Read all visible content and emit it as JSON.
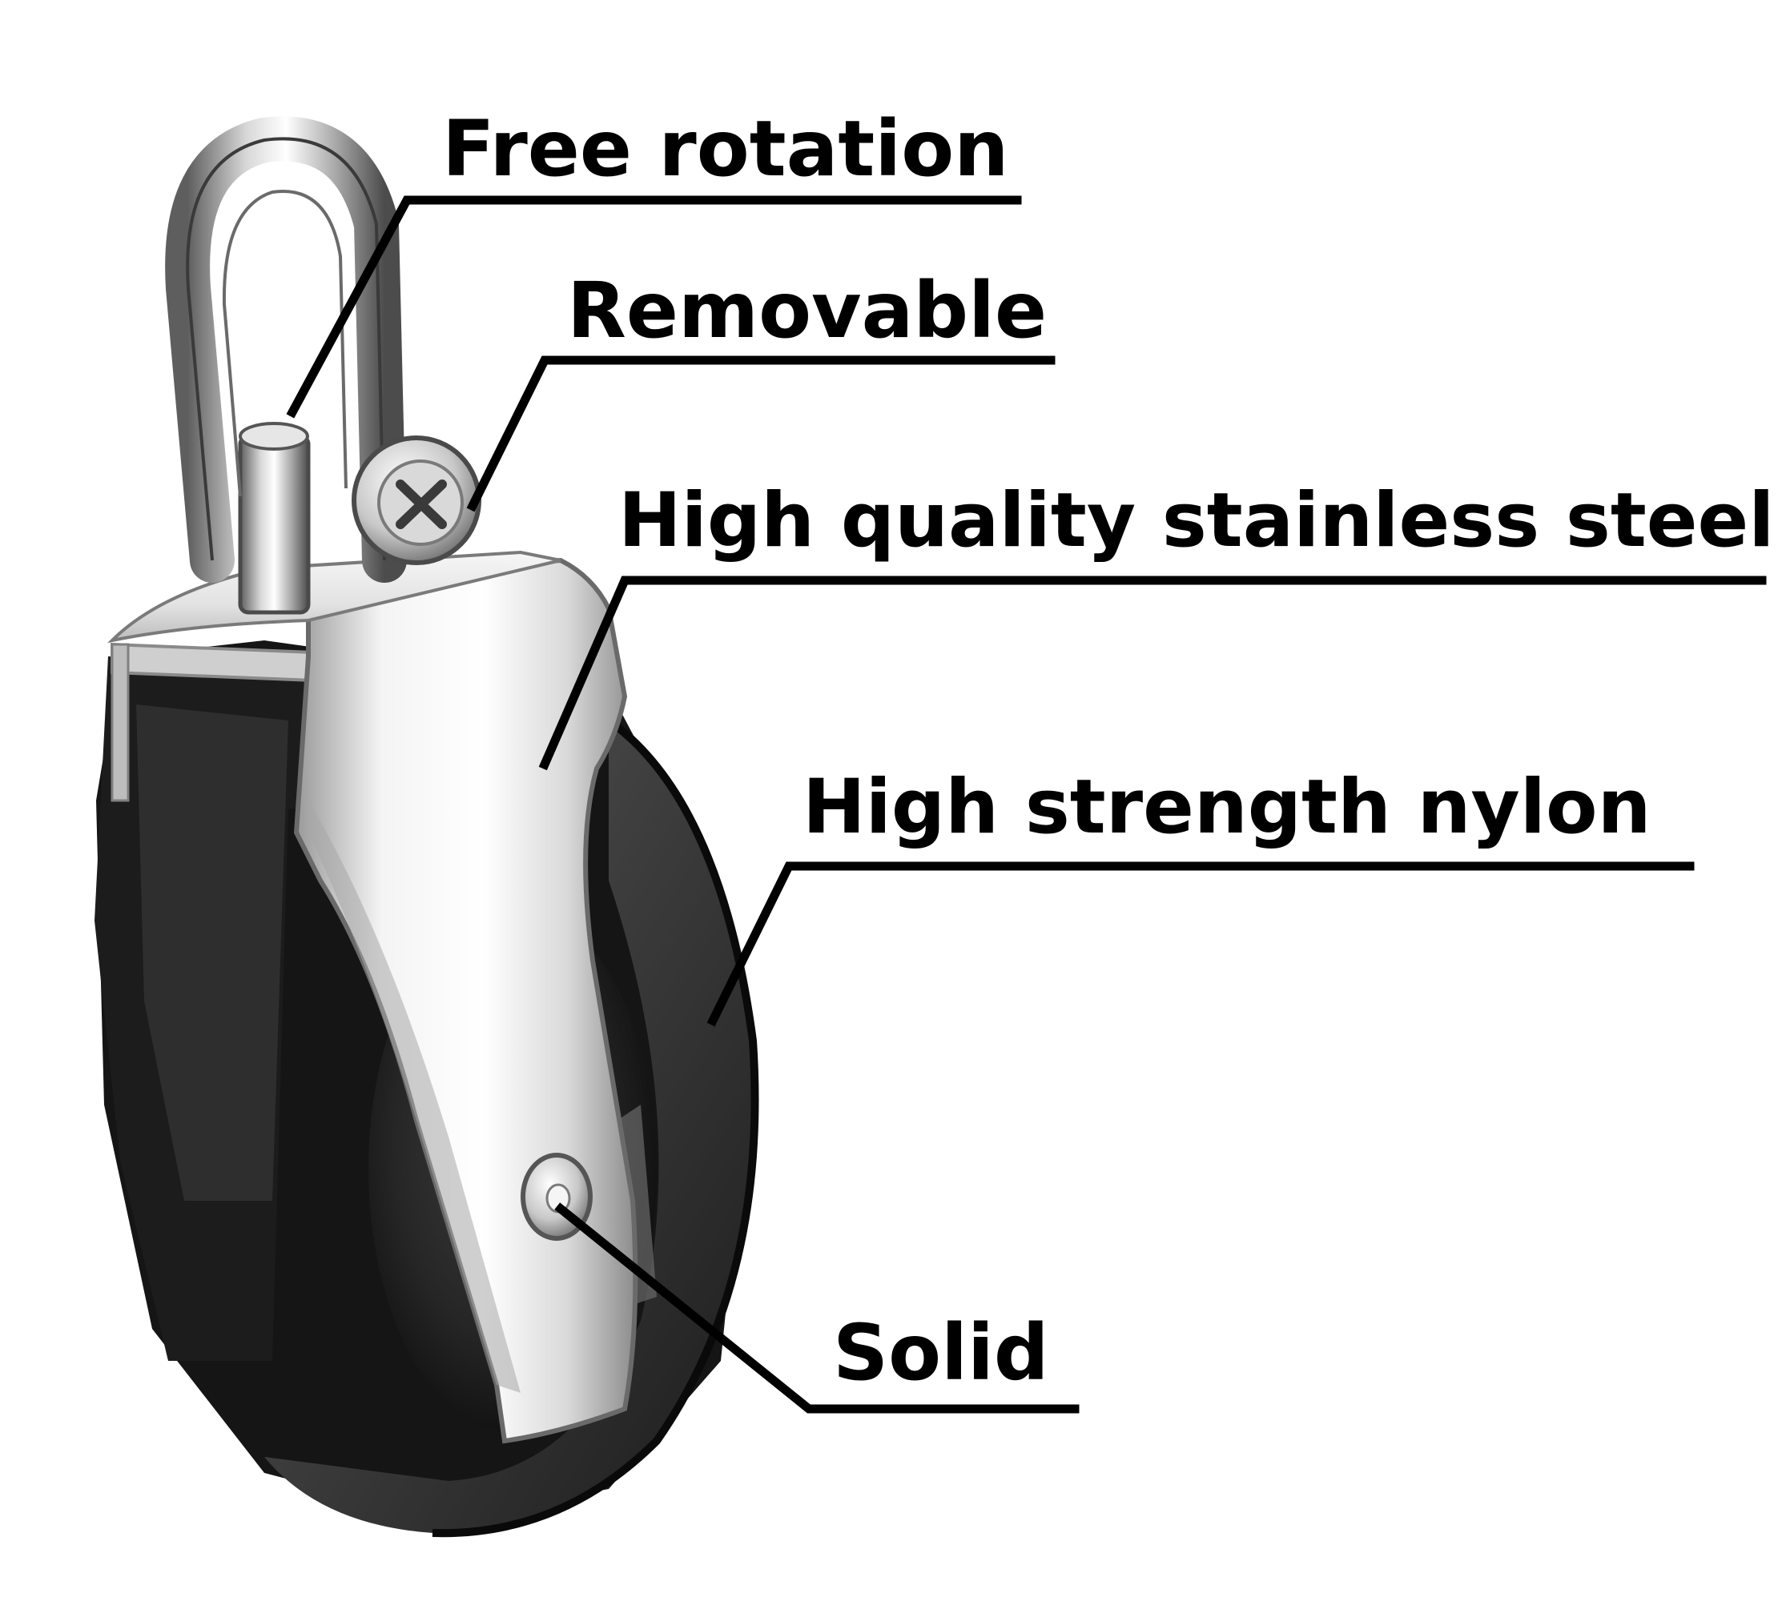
{
  "callouts": {
    "free_rotation": "Free rotation",
    "removable": "Removable",
    "stainless_steel": "High quality stainless steel",
    "nylon": "High strength nylon",
    "solid": "Solid"
  },
  "colors": {
    "background": "#ffffff",
    "text": "#000000",
    "leader_line": "#000000",
    "nylon_sheave": "#1a1a1a",
    "steel_plate": "#e9e9e9"
  },
  "icons": {
    "product": "swivel-pulley-block-icon",
    "screw": "phillips-screw-icon",
    "axle": "axle-rivet-icon"
  }
}
